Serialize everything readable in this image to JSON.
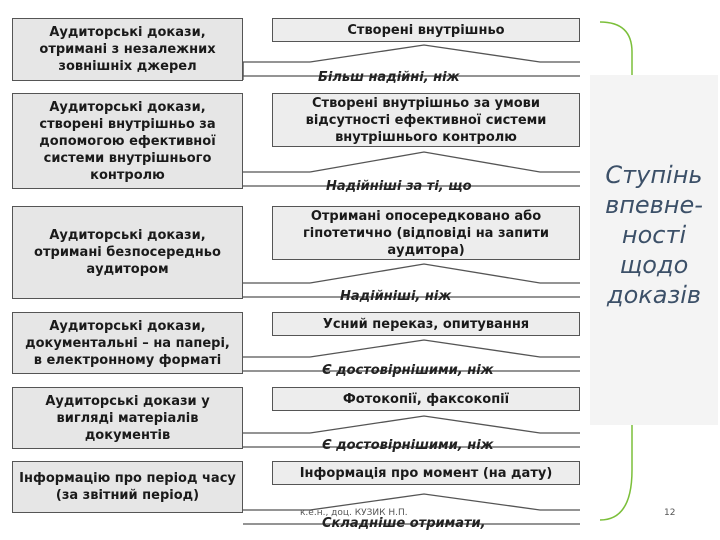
{
  "rows": [
    {
      "left": "Аудиторські докази, отримані з незалежних зовнішніх джерел",
      "right": "Створені внутрішньо",
      "note": "Більш надійні, ніж"
    },
    {
      "left": "Аудиторські докази, створені внутрішньо за допомогою ефективної системи внутрішнього контролю",
      "right": "Створені внутрішньо за умови відсутності ефективної системи внутрішнього контролю",
      "note": "Надійніші за ті, що"
    },
    {
      "left": "Аудиторські докази, отримані безпосередньо аудитором",
      "right": "Отримані опосередковано або гіпотетично (відповіді на запити аудитора)",
      "note": "Надійніші, ніж"
    },
    {
      "left": "Аудиторські докази, документальні – на папері, в електронному форматі",
      "right": "Усний переказ, опитування",
      "note": "Є достовірнішими, ніж"
    },
    {
      "left": "Аудиторські докази у вигляді матеріалів документів",
      "right": "Фотокопії, факсокопії",
      "note": "Є достовірнішими, ніж"
    },
    {
      "left": "Інформацію про період часу (за звітний період)",
      "right": "Інформація про момент (на дату)",
      "note": "Складніше отримати,"
    }
  ],
  "side_title": "Ступінь впевне-ності щодо доказів",
  "footer": {
    "author": "к.е.н., доц. КУЗИК Н.П.",
    "page": "12"
  },
  "colors": {
    "box_fill": "#ededed",
    "border": "#555555",
    "side_text": "#3c5068",
    "bracket": "#7bbf3a"
  }
}
